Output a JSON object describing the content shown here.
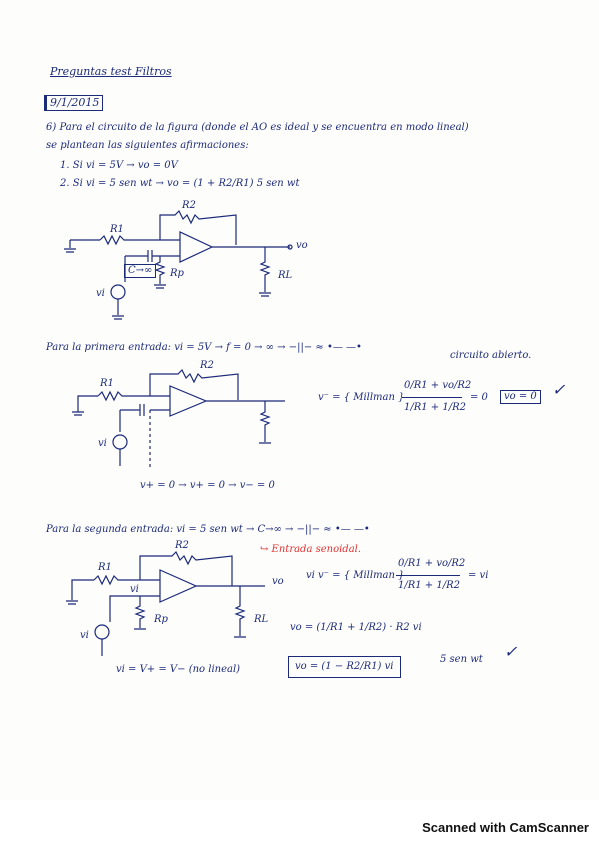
{
  "header": {
    "title": "Preguntas test Filtros",
    "date": "9/1/2015"
  },
  "question": {
    "intro_1": "6) Para el circuito de la figura (donde el AO es ideal y se encuentra en modo lineal)",
    "intro_2": "se plantean las siguientes afirmaciones:",
    "item_1": "1. Si vi = 5V  →  vo = 0V",
    "item_2": "2. Si vi = 5 sen wt  →  vo = (1 + R2/R1) 5 sen wt"
  },
  "circuit1": {
    "r2": "R2",
    "r1": "R1",
    "cap": "C→∞",
    "rp": "Rp",
    "rl": "RL",
    "vo": "vo",
    "vi": "vi"
  },
  "section1": {
    "heading": "Para la primera entrada: vi = 5V  →  f = 0  →  ∞  →  −||−  ≈  •— —•",
    "open_circuit": "circuito abierto.",
    "r2": "R2",
    "r1": "R1",
    "vi": "vi",
    "node_eq": "v⁻ = { Millman }",
    "frac_top": "0/R1 + vo/R2",
    "frac_bottom": "1/R1 + 1/R2",
    "result_eq": "= 0",
    "result_box": "vo = 0",
    "check": "✓",
    "bottom_eq": "v+ = 0 → v+ = 0 → v− = 0"
  },
  "section2": {
    "heading": "Para la segunda entrada: vi = 5 sen wt  →  C→∞  →  −||−  ≈  •— —•",
    "note": "↪ Entrada senoidal.",
    "r2": "R2",
    "r1": "R1",
    "vi": "vi",
    "rp": "Rp",
    "rl": "RL",
    "vo": "vo",
    "node_eq": "vi  v⁻ = { Millman }",
    "frac_top": "0/R1 + vo/R2",
    "frac_bottom": "1/R1 + 1/R2",
    "equals_vi": "= vi",
    "vo_eq": "vo = (1/R1 + 1/R2) · R2 vi",
    "boxed_eq": "vo = (1 − R2/R1) vi",
    "sine": "5 sen wt",
    "check": "✓",
    "bottom_eq": "vi = V+ = V− (no lineal)"
  },
  "footer": {
    "scanner": "Scanned with CamScanner"
  }
}
